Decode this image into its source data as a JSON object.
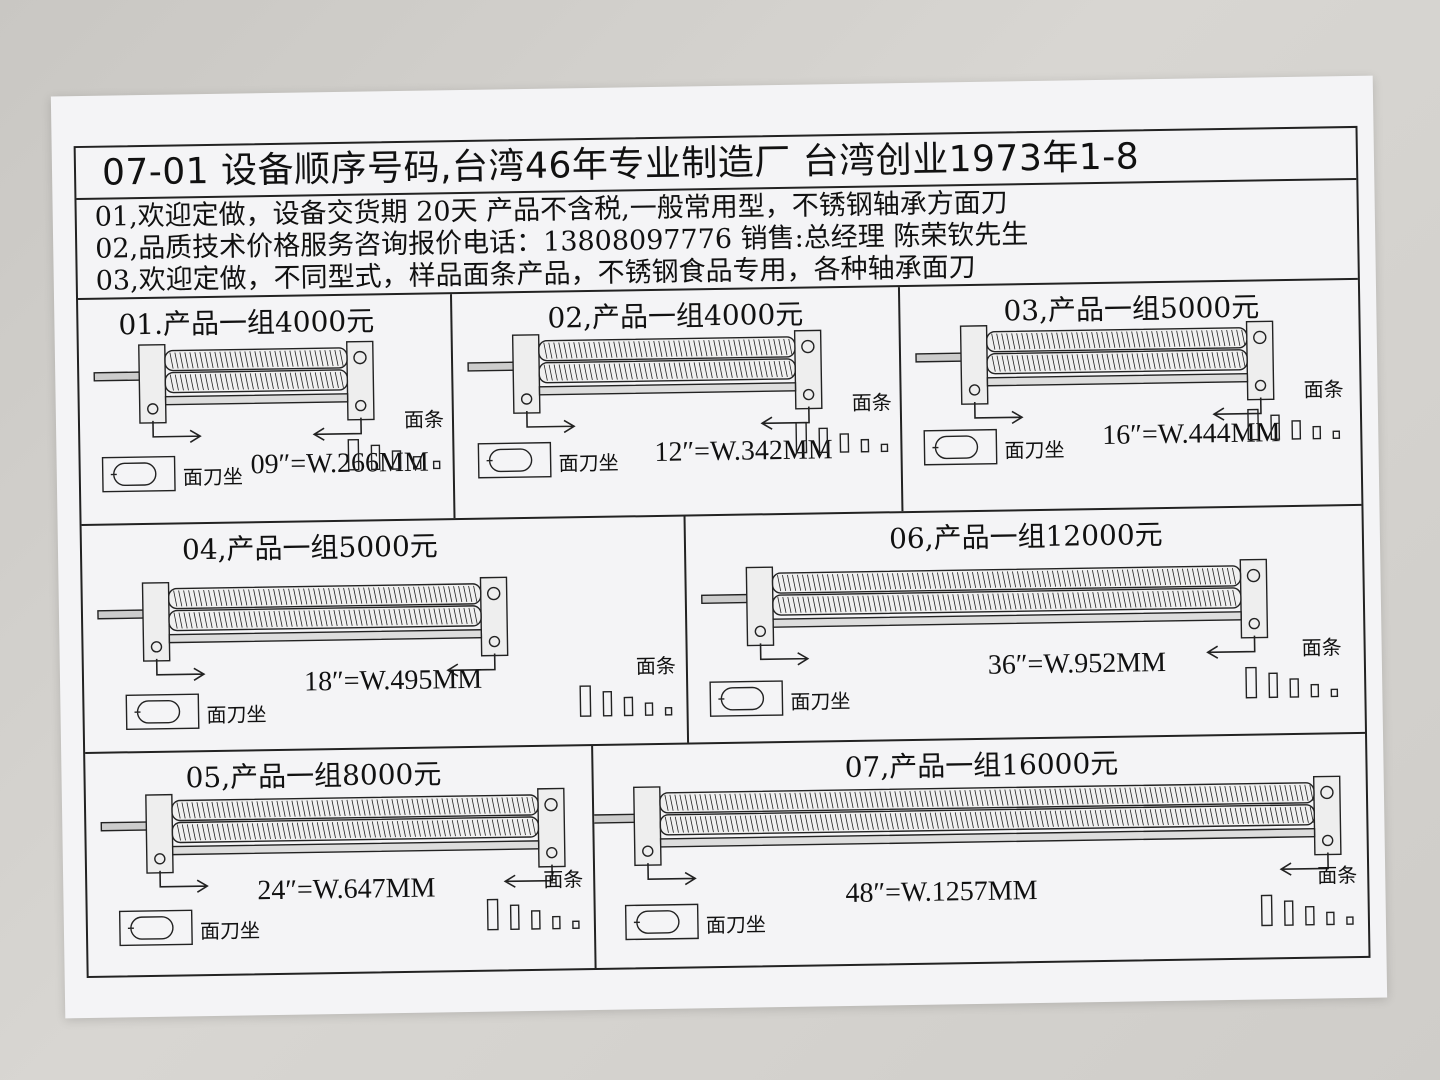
{
  "header": {
    "title": "07-01 设备顺序号码,台湾46年专业制造厂  台湾创业1973年1-8",
    "line1": "01,欢迎定做，设备交货期 20天    产品不含税,一般常用型，不锈钢轴承方面刀",
    "line2": "02,品质技术价格服务咨询报价电话：13808097776 销售:总经理 陈荣钦先生",
    "line3": "03,欢迎定做，不同型式，样品面条产品，不锈钢食品专用，各种轴承面刀"
  },
  "labels": {
    "noodle": "面条",
    "blade_seat": "面刀坐"
  },
  "products": [
    {
      "title": "01.产品一组4000元",
      "width": "09″=W.266MM"
    },
    {
      "title": "02,产品一组4000元",
      "width": "12″=W.342MM"
    },
    {
      "title": "03,产品一组5000元",
      "width": "16″=W.444MM"
    },
    {
      "title": "04,产品一组5000元",
      "width": "18″=W.495MM"
    },
    {
      "title": "06,产品一组12000元",
      "width": "36″=W.952MM"
    },
    {
      "title": "05,产品一组8000元",
      "width": "24″=W.647MM"
    },
    {
      "title": "07,产品一组16000元",
      "width": "48″=W.1257MM"
    }
  ]
}
